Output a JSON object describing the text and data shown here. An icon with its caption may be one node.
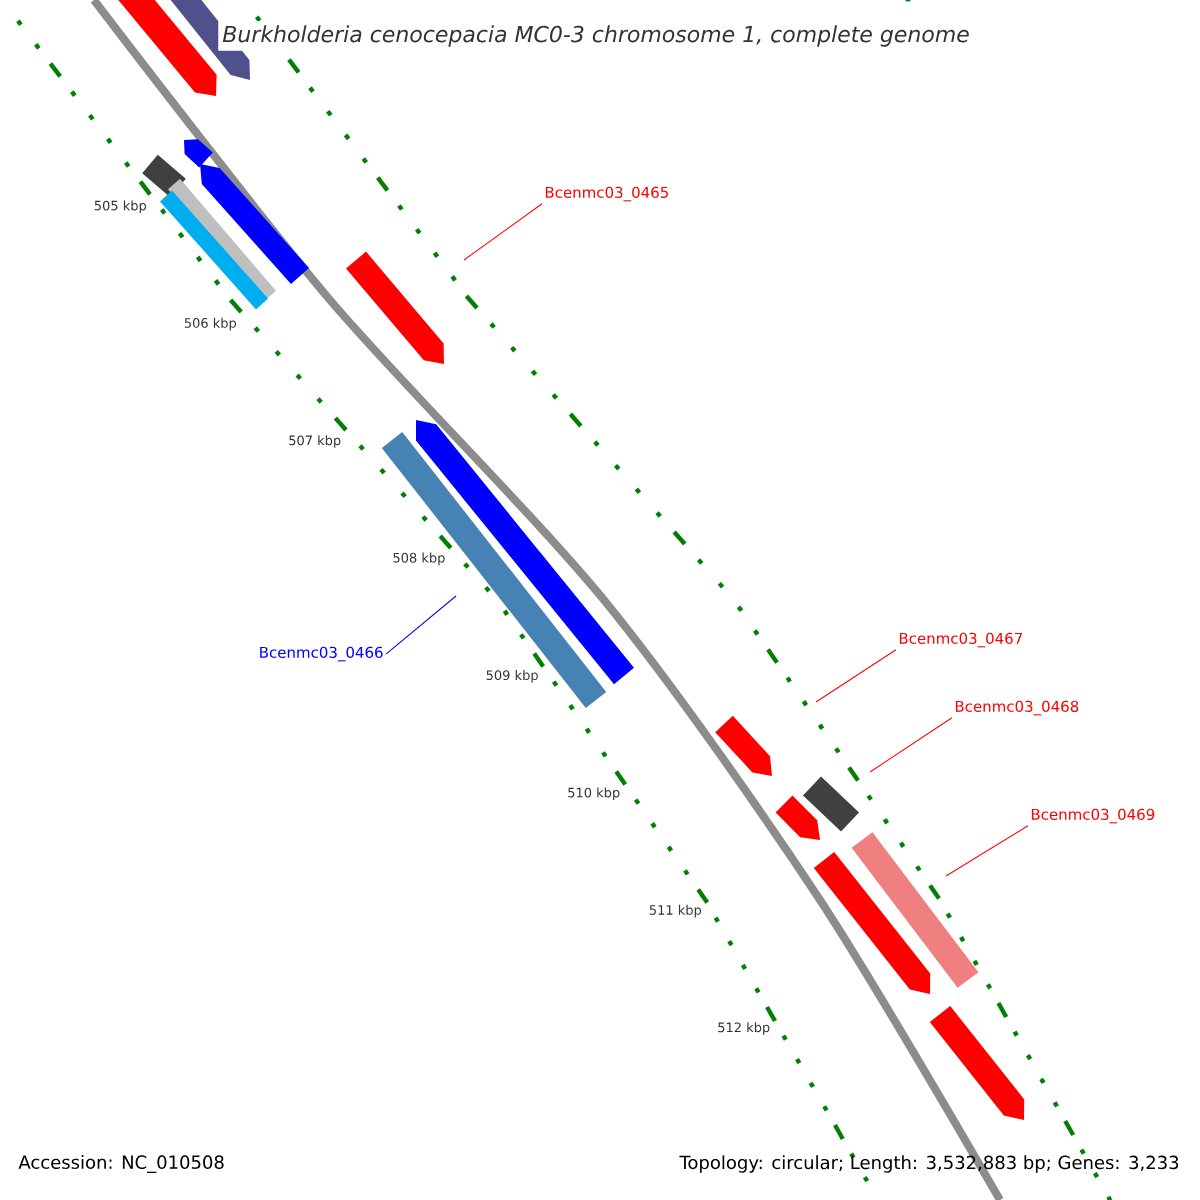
{
  "diagram": {
    "title": "*Burkholderia cenocepacia* MC0-3 chromosome 1, complete genome",
    "nodes": [
      {
        "text": [
          "Bcenmc03_0465"
        ]
      },
      {
        "text": [
          "Bcenmc03_0466"
        ]
      },
      {
        "text": [
          "Bcenmc03_0467"
        ]
      },
      {
        "text": [
          "Bcenmc03_0468"
        ]
      },
      {
        "text": [
          "Bcenmc03_0469"
        ]
      }
    ],
    "edges": [
      {
        "from": 0,
        "to": null,
        "arrow": "none"
      },
      {
        "from": 1,
        "to": null,
        "arrow": "none",
        "color": "#0000ff"
      },
      {
        "from": 2,
        "to": null,
        "arrow": "none"
      },
      {
        "from": 3,
        "to": null,
        "arrow": "none"
      },
      {
        "from": 4,
        "to": null,
        "arrow": "none"
      }
    ],
    "labels": [
      "505 kbp",
      "506 kbp",
      "507 kbp",
      "508 kbp",
      "509 kbp",
      "510 kbp",
      "511 kbp",
      "512 kbp",
      "Accession: NC_010508",
      "Topology: circular; Length: 3,532,883 bp; Genes: 3,233"
    ]
  }
}
